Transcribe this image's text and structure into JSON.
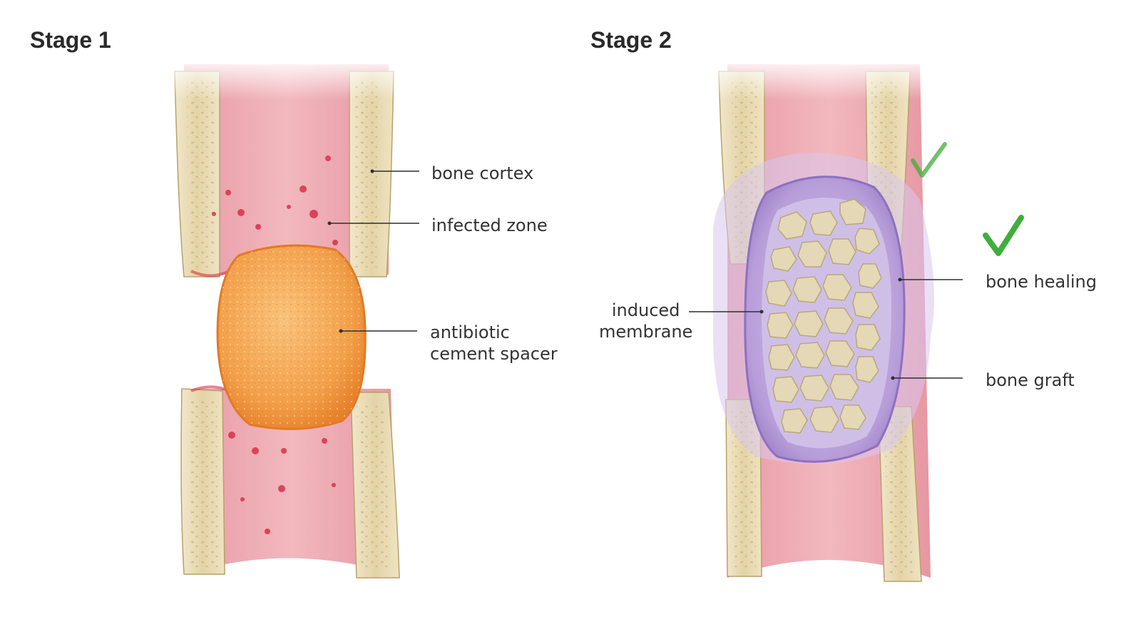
{
  "stage1": {
    "title": "Stage 1",
    "labels": {
      "bone_cortex": "bone cortex",
      "infected_zone": "infected zone",
      "spacer_line1": "antibiotic",
      "spacer_line2": "cement spacer"
    }
  },
  "stage2": {
    "title": "Stage 2",
    "labels": {
      "membrane_line1": "induced",
      "membrane_line2": "membrane",
      "bone_healing": "bone healing",
      "bone_graft": "bone graft"
    }
  },
  "icons": [
    "checkmark-icon",
    "checkmark-icon"
  ],
  "colors": {
    "marrow": "#eeaab2",
    "cortex": "#e9dcb6",
    "spacer": "#f3a04a",
    "infection": "#d8304a",
    "membrane": "#b59ad6",
    "graft": "#e2d6b3",
    "check": "#3fae3a"
  }
}
